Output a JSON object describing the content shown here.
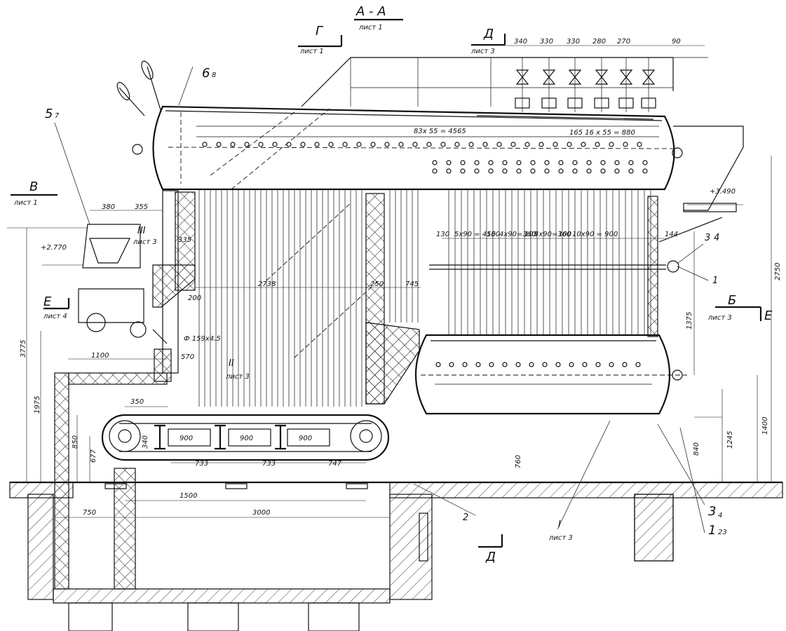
{
  "section": {
    "title": "А - А",
    "sheet": "лист 1"
  },
  "views": [
    {
      "letter": "Г",
      "sheet": "лист 1"
    },
    {
      "letter": "Д",
      "sheet": "лист 3"
    },
    {
      "letter": "В",
      "sheet": "лист 1"
    },
    {
      "letter": "Е",
      "sheet": "лист 4"
    },
    {
      "letter": "Б",
      "sheet": "лист 3"
    },
    {
      "letter": "Е",
      "sheet": ""
    },
    {
      "letter": "Д",
      "sheet": ""
    }
  ],
  "details": [
    {
      "roman": "III",
      "sheet": "лист 3"
    },
    {
      "roman": "II",
      "sheet": "лист 3"
    },
    {
      "roman": "I",
      "sheet": "лист 3"
    }
  ],
  "callouts": {
    "c5": "5",
    "c5sub": "7",
    "c6": "6",
    "c6sub": "8",
    "c1": "1",
    "c2": "2",
    "c3": "3",
    "c3sub": "4",
    "c3b": "3",
    "c3bsub": "4",
    "c7": "1",
    "c7sub": "23",
    "c34": "4"
  },
  "dimensions": {
    "top": [
      "340",
      "330",
      "330",
      "280",
      "270",
      "90"
    ],
    "pitch_top": "83x 55 = 4565",
    "pitch_right": "165  16 x 55 = 880",
    "row_mid": [
      "130",
      "5x90 = 450",
      "150",
      "4x90=360",
      "105",
      "4x90=360",
      "100",
      "10x90 = 900",
      "144"
    ],
    "d380": "380",
    "d355": "355",
    "d335": "335",
    "elev1": "+2.770",
    "elev2": "+3.490",
    "d2738": "2738",
    "d250": "250",
    "d745": "745",
    "d200": "200",
    "pipe": "Ф 159x4.5",
    "d570": "570",
    "d1100": "1100",
    "d350": "350",
    "d3775": "3775",
    "d1975": "1975",
    "d850": "850",
    "d677": "677",
    "d340": "340",
    "grate": [
      "900",
      "900",
      "900"
    ],
    "pitch_bot": [
      "733",
      "733",
      "747"
    ],
    "d760": "760",
    "d1500": "1500",
    "d3000": "3000",
    "d750": "750",
    "d2750": "2750",
    "d1375": "1375",
    "d1400": "1400",
    "d1245": "1245",
    "d840": "840"
  }
}
